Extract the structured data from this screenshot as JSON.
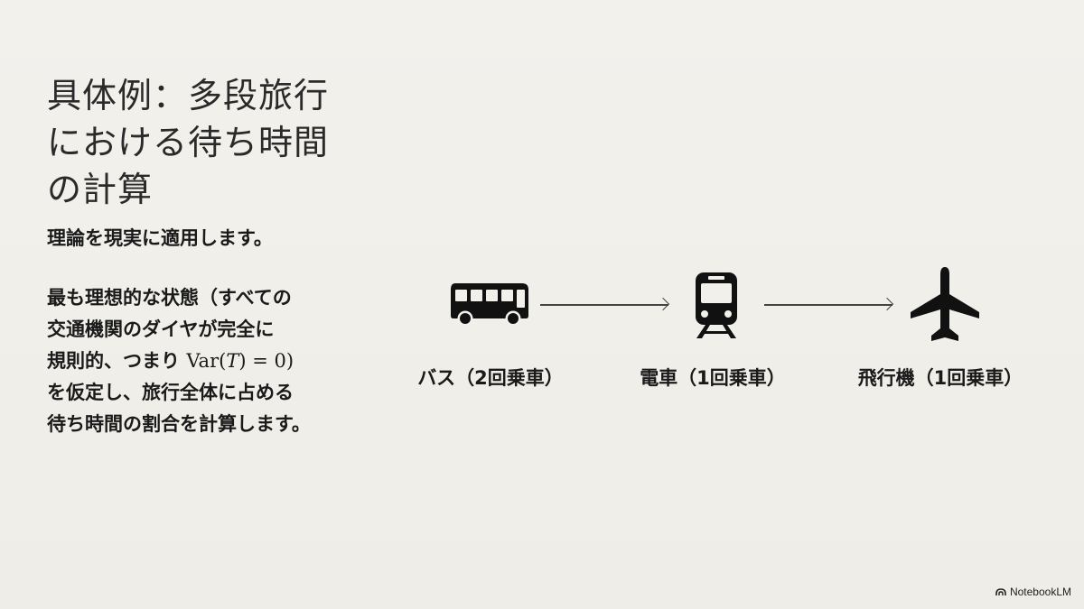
{
  "title": {
    "lines": [
      "具体例：多段旅行",
      "における待ち時間",
      "の計算"
    ]
  },
  "subtitle": "理論を現実に適用します。",
  "body": {
    "line1": "最も理想的な状態（すべての",
    "line2": "交通機関のダイヤが完全に",
    "line3_prefix": "規則的、つまり ",
    "line3_math_var": "Var(",
    "line3_math_T": "T",
    "line3_math_rest": ") = 0)",
    "line4": "を仮定し、旅行全体に占める",
    "line5": "待ち時間の割合を計算します。"
  },
  "modes": [
    {
      "label": "バス（2回乗車）",
      "icon": "bus-icon"
    },
    {
      "label": "電車（1回乗車）",
      "icon": "train-icon"
    },
    {
      "label": "飛行機（1回乗車）",
      "icon": "airplane-icon"
    }
  ],
  "logo": {
    "text": "NotebookLM",
    "icon": "notebooklm-logo-icon"
  }
}
